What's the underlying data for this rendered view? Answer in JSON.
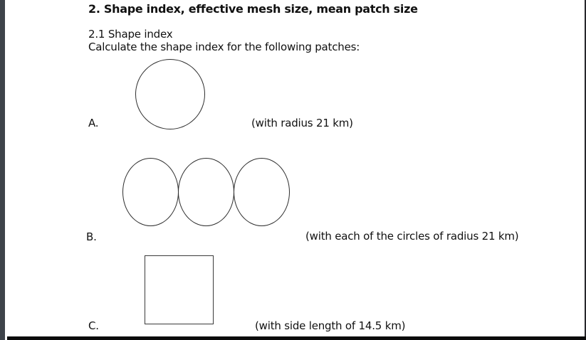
{
  "window": {
    "page_background": "#ffffff",
    "left_edge_color": "#3e434a",
    "right_edge_color": "#28282c",
    "bottom_edge_color": "#0b0b0b",
    "text_color": "#111111",
    "shape_outline_color": "#2e2e2e"
  },
  "document": {
    "heading": "2. Shape index, effective mesh size, mean patch size",
    "subheading": "2.1 Shape index",
    "instruction": "Calculate the shape index for the following patches:",
    "patches": [
      {
        "label": "A.",
        "shape": "circle",
        "caption": "(with radius 21 km)"
      },
      {
        "label": "B.",
        "shape": "three-tangent-circles",
        "caption": "(with each of the circles of radius 21 km)"
      },
      {
        "label": "C.",
        "shape": "square",
        "caption": "(with side length of 14.5 km)"
      }
    ]
  }
}
